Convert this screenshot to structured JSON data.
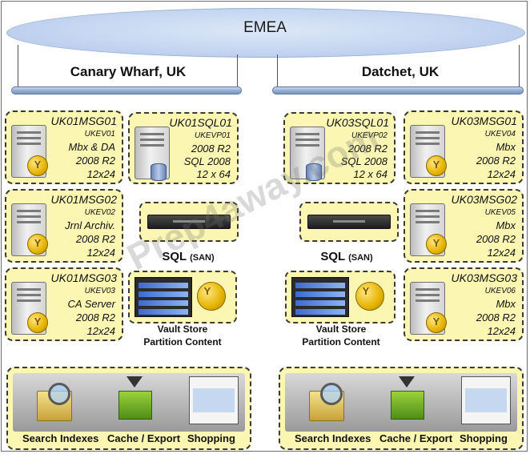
{
  "region": "EMEA",
  "sites": [
    {
      "name": "Canary Wharf, UK",
      "servers": [
        {
          "name": "UK01MSG01",
          "id": "UKEV01",
          "role": "Mbx & DA",
          "os": "2008 R2",
          "spec": "12x24"
        },
        {
          "name": "UK01SQL01",
          "id": "UKEVP01",
          "role": "2008 R2",
          "os": "SQL 2008",
          "spec": "12 x 64"
        },
        {
          "name": "UK01MSG02",
          "id": "UKEV02",
          "role": "Jrnl Archiv.",
          "os": "2008 R2",
          "spec": "12x24"
        },
        {
          "name": "UK01MSG03",
          "id": "UKEV03",
          "role": "CA Server",
          "os": "2008 R2",
          "spec": "12x24"
        }
      ],
      "sql_label": "SQL",
      "sql_sub": "(SAN)",
      "vault_line1": "Vault Store",
      "vault_line2": "Partition Content",
      "bottom": [
        "Search Indexes",
        "Cache / Export",
        "Shopping"
      ]
    },
    {
      "name": "Datchet, UK",
      "servers": [
        {
          "name": "UK03SQL01",
          "id": "UKEVP02",
          "role": "2008 R2",
          "os": "SQL 2008",
          "spec": "12 x 64"
        },
        {
          "name": "UK03MSG01",
          "id": "UKEV04",
          "role": "Mbx",
          "os": "2008 R2",
          "spec": "12x24"
        },
        {
          "name": "UK03MSG02",
          "id": "UKEV05",
          "role": "Mbx",
          "os": "2008 R2",
          "spec": "12x24"
        },
        {
          "name": "UK03MSG03",
          "id": "UKEV06",
          "role": "Mbx",
          "os": "2008 R2",
          "spec": "12x24"
        }
      ],
      "sql_label": "SQL",
      "sql_sub": "(SAN)",
      "vault_line1": "Vault Store",
      "vault_line2": "Partition Content",
      "bottom": [
        "Search Indexes",
        "Cache / Export",
        "Shopping"
      ]
    }
  ],
  "watermark": "Prep4away.com",
  "colors": {
    "node_fill": "#fbf7b3",
    "bus": "#8fa8d2",
    "cloud": "#c5d6f1"
  }
}
